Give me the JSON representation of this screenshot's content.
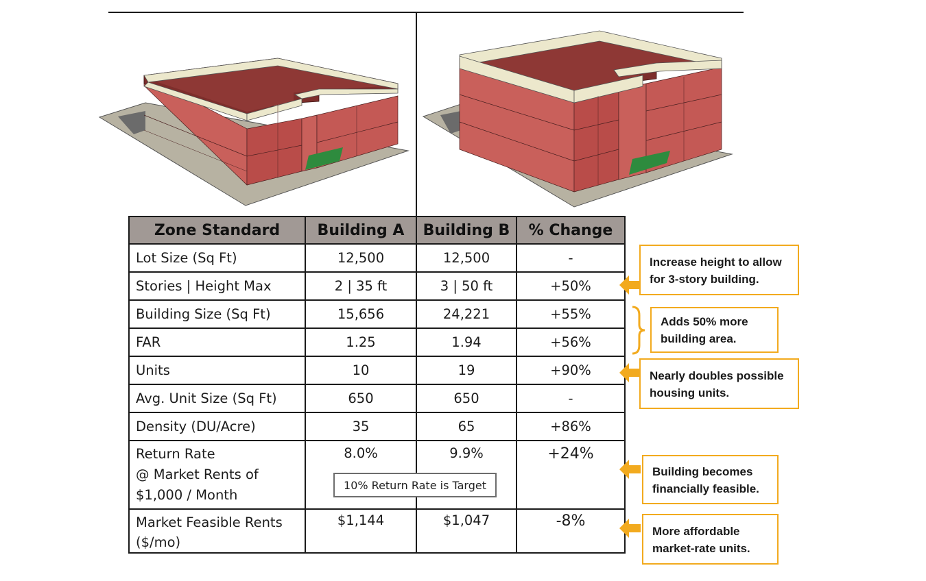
{
  "table": {
    "headers": [
      "Zone Standard",
      "Building A",
      "Building B",
      "% Change"
    ],
    "rows": [
      {
        "label": "Lot Size (Sq Ft)",
        "a": "12,500",
        "b": "12,500",
        "change": "-"
      },
      {
        "label": "Stories | Height Max",
        "a": "2 | 35 ft",
        "b": "3 | 50 ft",
        "change": "+50%"
      },
      {
        "label": "Building Size (Sq Ft)",
        "a": "15,656",
        "b": "24,221",
        "change": "+55%"
      },
      {
        "label": "FAR",
        "a": "1.25",
        "b": "1.94",
        "change": "+56%"
      },
      {
        "label": "Units",
        "a": "10",
        "b": "19",
        "change": "+90%"
      },
      {
        "label": "Avg. Unit Size (Sq Ft)",
        "a": "650",
        "b": "650",
        "change": "-"
      },
      {
        "label": "Density (DU/Acre)",
        "a": "35",
        "b": "65",
        "change": "+86%"
      },
      {
        "label_lines": [
          "Return Rate",
          "@ Market Rents of",
          "$1,000 / Month"
        ],
        "a": "8.0%",
        "b": "9.9%",
        "change": "+24%"
      },
      {
        "label_lines": [
          "Market Feasible Rents",
          "($/mo)"
        ],
        "a": "$1,144",
        "b": "$1,047",
        "change": "-8%"
      }
    ],
    "target_note": "10% Return Rate is Target"
  },
  "callouts": [
    {
      "lines": [
        "Increase height to allow",
        "for 3-story building."
      ]
    },
    {
      "lines": [
        "Adds 50% more",
        "building area."
      ]
    },
    {
      "lines": [
        "Nearly doubles possible",
        "housing units."
      ]
    },
    {
      "lines": [
        "Building becomes",
        "financially feasible."
      ]
    },
    {
      "lines": [
        "More affordable",
        "market-rate units."
      ]
    }
  ],
  "colors": {
    "accent": "#f2aa1e",
    "header_fill": "#a19995",
    "building_wall": "#c0504d",
    "parapet": "#ece8cc",
    "courtyard": "#2e8b3e",
    "site_pad": "#b7b2a2"
  }
}
